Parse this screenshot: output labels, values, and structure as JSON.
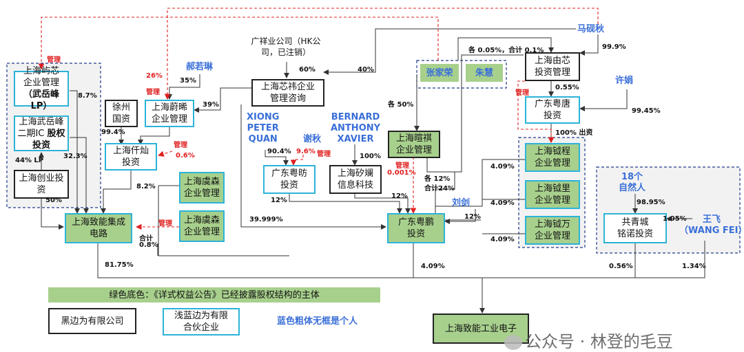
{
  "entities": {
    "yuxin": {
      "line1": "上海屿芯",
      "line2": "企业管理",
      "line3": "（武岳峰LP）"
    },
    "wuyuefeng": {
      "line1": "上海武岳峰",
      "line2": "二期IC ",
      "line2b": "股权",
      "line3": "投资"
    },
    "chuangye": "上海创业投\n资",
    "xuzhou": "徐州\n国资",
    "weixi": "上海蔚晞\n企业管理",
    "qianzhou": "上海仟灿\n投资",
    "xinwei": "上海芯祎企业\n管理咨询",
    "yuesheng": "广东粤昉\n投资",
    "shalan": "上海矽斓\n信息科技",
    "anqi": "上海暄祺\n企业管理",
    "youxin": "上海由芯\n投资管理",
    "yuetang": "广东粤唐\n投资",
    "yuecheng": "上海钺程\n企业管理",
    "yueli": "上海钺里\n企业管理",
    "yuewan": "上海钺万\n企业管理",
    "yusen1": "上海虞森\n企业管理",
    "yusen2": "上海虞森\n企业管理",
    "jicheng": "上海致能集成\n电路",
    "yuepeng": "广东粤鹏\n投资",
    "gongqing": "共青城\n铭诺投资",
    "gongye": "上海致能工业电子",
    "hk": "广祥业公司（HK公\n司，已注销）"
  },
  "persons": {
    "mayanqiu": "马砚秋",
    "haoruolin": "郝若琳",
    "zhangjiarong": "张家荣",
    "zhuhui": "朱慧",
    "xiongpeter": "XIONG\nPETER\nQUAN",
    "xieqiu": "谢秋",
    "bernard": "BERNARD\nANTHONY\nXAVIER",
    "xujuan": "许娟",
    "liujian": "刘剑",
    "natural18": "18个\n自然人",
    "wangfei": "王飞\n（WANG FEI）"
  },
  "labels": {
    "p_yuxin": "8.7%",
    "p_lp44": "44% LP",
    "p_323": "32.3%",
    "p_50": "50%",
    "p_994": "99.4%",
    "p_35": "35%",
    "p_39": "39%",
    "p_60": "60%",
    "p_40": "40%",
    "p_82": "8.2%",
    "p_904": "90.4%",
    "p_100a": "100%",
    "p_12a": "12%",
    "p_12b": "12%",
    "p_39999": "39.999%",
    "p_each50": "各 50%",
    "p_each005": "各 0.05%，合计 0.1%",
    "p_999": "99.9%",
    "p_055": "0.55%",
    "p_9945": "99.45%",
    "p_100out": "100% 出资",
    "p_each12": "各 12%",
    "p_total24": "合计24%",
    "p_12c": "12%",
    "p_409a": "4.09%",
    "p_409b": "4.09%",
    "p_409c": "4.09%",
    "p_409d": "4.09%",
    "p_9895": "98.95%",
    "p_105": "1.05%",
    "p_total08a": "合计",
    "p_total08b": "0.8%",
    "p_8175": "81.75%",
    "p_056": "0.56%",
    "p_134": "1.34%"
  },
  "red_labels": {
    "mgmt_yuxin": "管理",
    "r26": "26%",
    "mgmt_weixi": "管理",
    "mgmt_qian": "管理",
    "r06": "0.6%",
    "r96": "9.6%",
    "mgmt_xie": "管理",
    "mgmt_anqi": "管理",
    "r0001": "0.001%",
    "mgmt_youxin": "管理",
    "mgmt_yusen": "管理"
  },
  "legend": {
    "green": "绿色底色：《详式权益公告》已经披露股权结构的主体",
    "black": "黑边为有限公司",
    "cyan": "浅蓝边为有限\n合伙企业",
    "blue": "蓝色粗体无框是个人"
  },
  "watermark": "公众号 · 林登的毛豆",
  "colors": {
    "green": "#a8d08d",
    "cyan": "#2bb3d8",
    "red": "#e02020",
    "blue": "#3a6fd8"
  }
}
